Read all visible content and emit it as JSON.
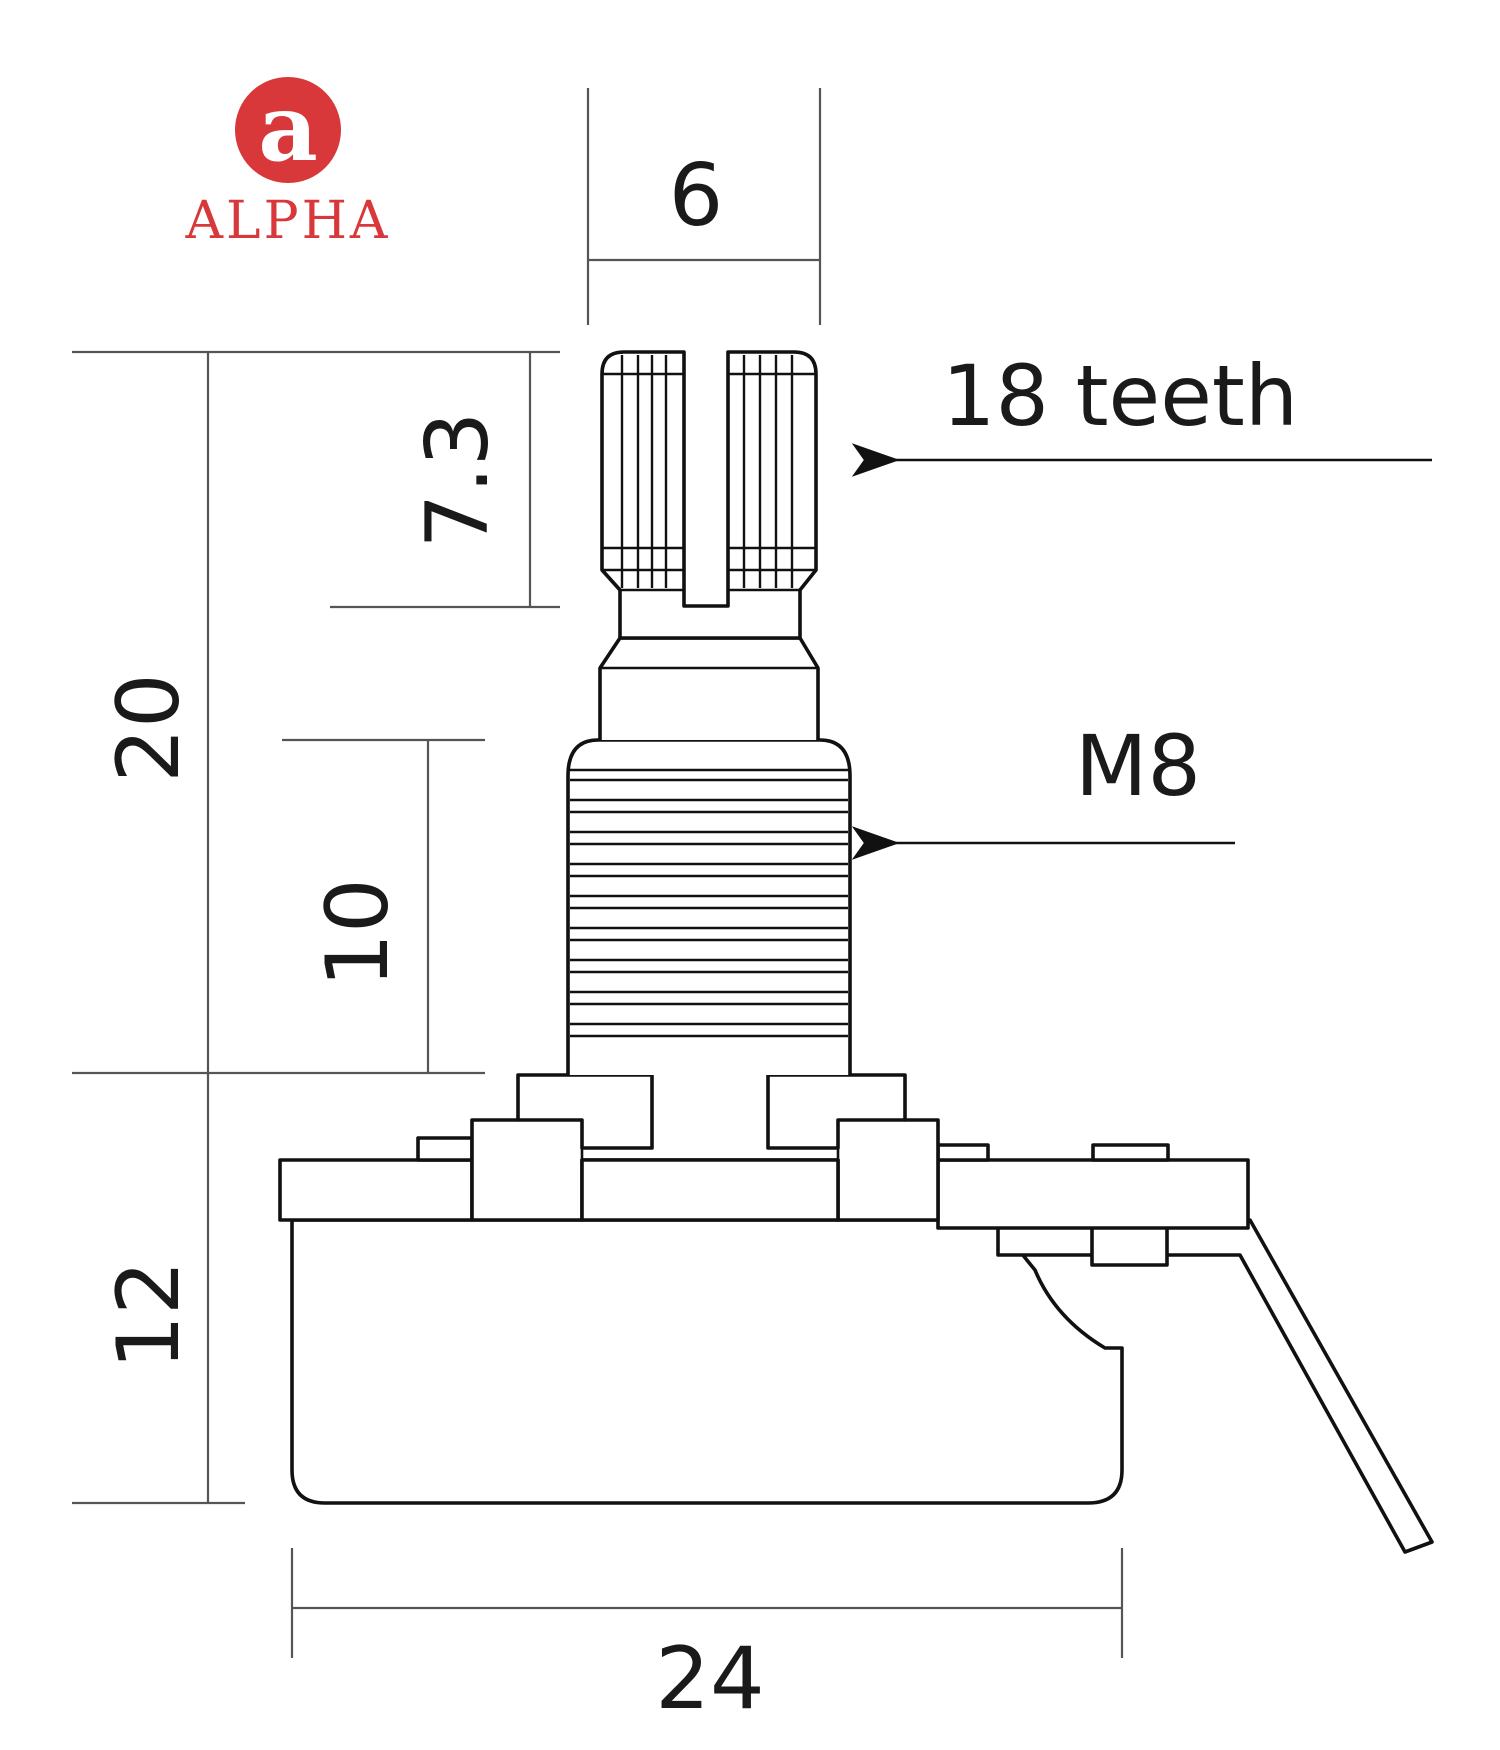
{
  "logo": {
    "mark": "a",
    "name": "ALPHA",
    "color": "#d8383a"
  },
  "dimensions": {
    "shaft_diameter": "6",
    "knurl_length": "7.3",
    "total_shaft_length": "20",
    "bushing_length": "10",
    "body_height": "12",
    "body_width": "24"
  },
  "callouts": {
    "teeth": "18 teeth",
    "thread": "M8"
  }
}
